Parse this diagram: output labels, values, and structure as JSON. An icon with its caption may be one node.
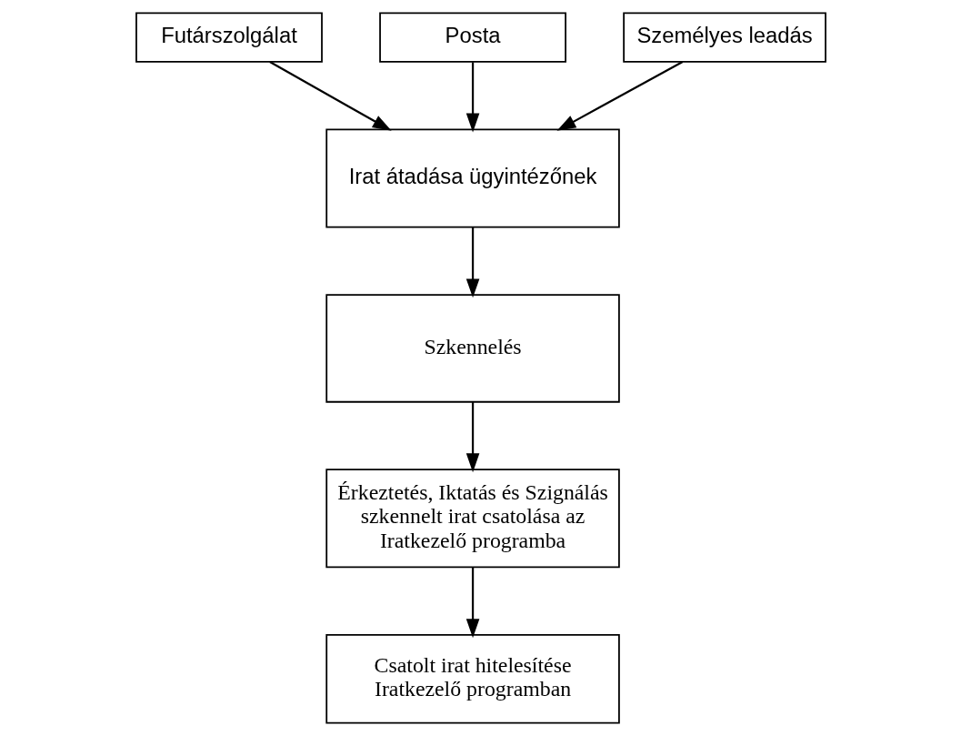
{
  "diagram": {
    "nodes": [
      {
        "text": [
          "Futárszolgálat"
        ]
      },
      {
        "text": [
          "Posta"
        ]
      },
      {
        "text": [
          "Személyes leadás"
        ]
      },
      {
        "text": [
          "Irat átadása ügyintézőnek"
        ]
      },
      {
        "text": [
          "Szkennelés"
        ]
      },
      {
        "text": [
          "Érkeztetés, Iktatás és Szignálás szkennelt irat csatolása az Iratkezelő programba"
        ]
      },
      {
        "text": [
          "Csatolt irat hitelesítése Iratkezelő programban"
        ]
      }
    ],
    "edges": [
      {
        "from": 0,
        "to": 3,
        "arrow": "to"
      },
      {
        "from": 1,
        "to": 3,
        "arrow": "to"
      },
      {
        "from": 2,
        "to": 3,
        "arrow": "to"
      },
      {
        "from": 3,
        "to": 4,
        "arrow": "to"
      },
      {
        "from": 4,
        "to": 5,
        "arrow": "to"
      },
      {
        "from": 5,
        "to": 6,
        "arrow": "to"
      }
    ]
  }
}
